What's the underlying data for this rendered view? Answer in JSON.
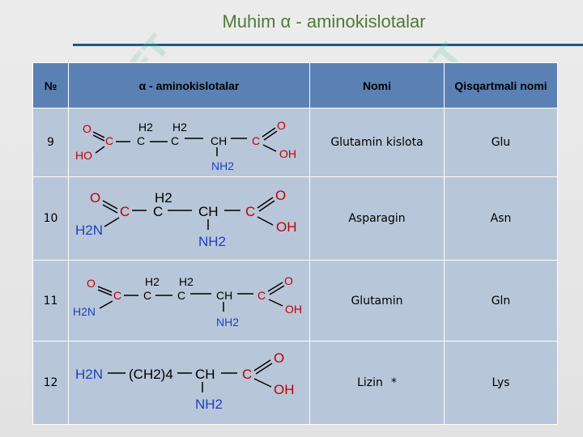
{
  "title": {
    "text": "Muhim α - aminokislotalar"
  },
  "table": {
    "headers": {
      "number": "№",
      "amino": "α - aminokislotalar",
      "name": "Nomi",
      "abbr": "Qisqartmali nomi"
    },
    "rows": [
      {
        "number": "9",
        "name": "Glutamin kislota",
        "abbr": "Glu"
      },
      {
        "number": "10",
        "name": "Asparagin",
        "abbr": "Asn"
      },
      {
        "number": "11",
        "name": "Glutamin",
        "abbr": "Gln"
      },
      {
        "number": "12",
        "name": "Lizin",
        "star": "*",
        "abbr": "Lys"
      }
    ]
  },
  "formulas": {
    "glu": {
      "o_left": "O",
      "c_left": "C",
      "ho": "HO",
      "h2_a": "H2",
      "h2_b": "H2",
      "c_a": "C",
      "c_b": "C",
      "ch": "CH",
      "c_right": "C",
      "o_right": "O",
      "oh": "OH",
      "nh2": "NH2"
    },
    "asn": {
      "o_left": "O",
      "c_left": "C",
      "h2n": "H2N",
      "h2": "H2",
      "c_mid": "C",
      "ch": "CH",
      "c_right": "C",
      "o_right": "O",
      "oh": "OH",
      "nh2": "NH2"
    },
    "gln": {
      "o_left": "O",
      "c_left": "C",
      "h2n": "H2N",
      "h2_a": "H2",
      "h2_b": "H2",
      "c_a": "C",
      "c_b": "C",
      "ch": "CH",
      "c_right": "C",
      "o_right": "O",
      "oh": "OH",
      "nh2": "NH2"
    },
    "lys": {
      "h2n": "H2N",
      "ch2": "(CH2)4",
      "ch": "CH",
      "c_right": "C",
      "o_right": "O",
      "oh": "OH",
      "nh2": "NH2"
    }
  },
  "watermark": "SOFT",
  "colors": {
    "title": "#4f7a37",
    "header_bg": "#5b81b4",
    "cell_bg": "#b8c6d9",
    "oxygen": "#c00000",
    "nitrogen": "#1f3fbf",
    "bond": "#000000"
  }
}
